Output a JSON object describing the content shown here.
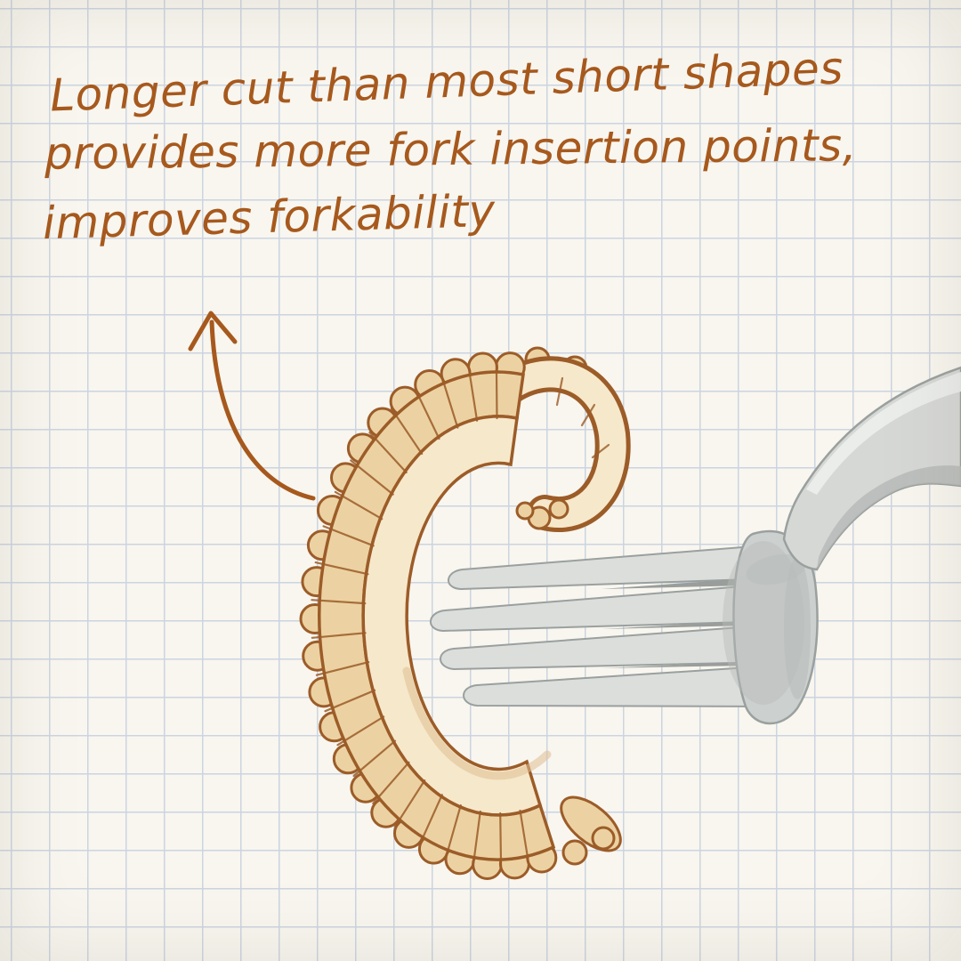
{
  "annotation": {
    "lines": [
      "Longer cut than most short shapes",
      "provides more fork insertion points,",
      "improves forkability"
    ]
  },
  "illustration": {
    "pasta": "long curled ruffled pasta cut",
    "fork": "fork with four tines through pasta curl"
  },
  "colors": {
    "ink": "#a7591d",
    "paper": "#f8f6ef",
    "grid": "#ccd4e0",
    "pasta-crest": "#ecd2a2",
    "pasta-surface": "#f6e8cb",
    "pasta-outline": "#9c5c28",
    "pasta-shadow": "#dfbd92",
    "fork-base": "#d6d8d6",
    "fork-tine": "#dcdedc",
    "fork-plate": "#ccd0ce",
    "fork-slot": "#999e9c",
    "fork-shade": "#b7bbb9",
    "fork-hi": "#edefed",
    "fork-outline": "#9aa09e"
  }
}
